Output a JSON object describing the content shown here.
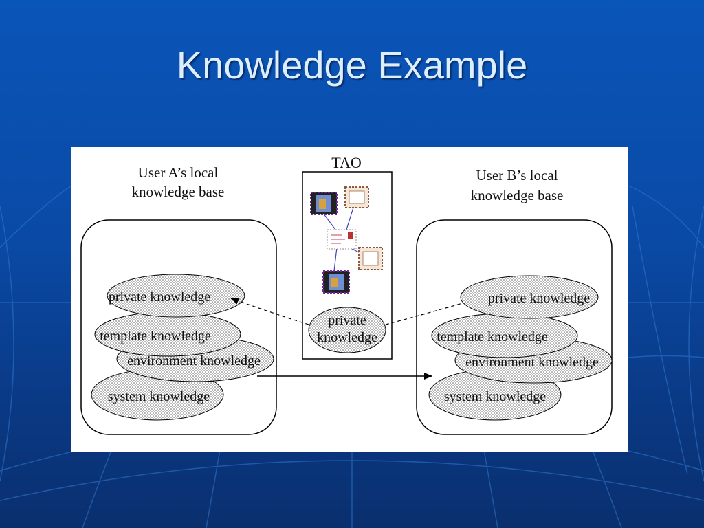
{
  "slide": {
    "title": "Knowledge Example"
  },
  "diagram": {
    "user_a": {
      "title_line1": "User A’s local",
      "title_line2": "knowledge base",
      "layers": {
        "private": "private knowledge",
        "template": "template knowledge",
        "environment": "environment knowledge",
        "system": "system knowledge"
      }
    },
    "user_b": {
      "title_line1": "User B’s local",
      "title_line2": "knowledge base",
      "layers": {
        "private": "private knowledge",
        "template": "template knowledge",
        "environment": "environment knowledge",
        "system": "system knowledge"
      }
    },
    "tao": {
      "title": "TAO",
      "private_line1": "private",
      "private_line2": "knowledge"
    }
  },
  "colors": {
    "background_top": "#0a55b8",
    "background_bottom": "#0a2f6e",
    "title_text": "#ddeeff",
    "figure_background": "#ffffff"
  }
}
